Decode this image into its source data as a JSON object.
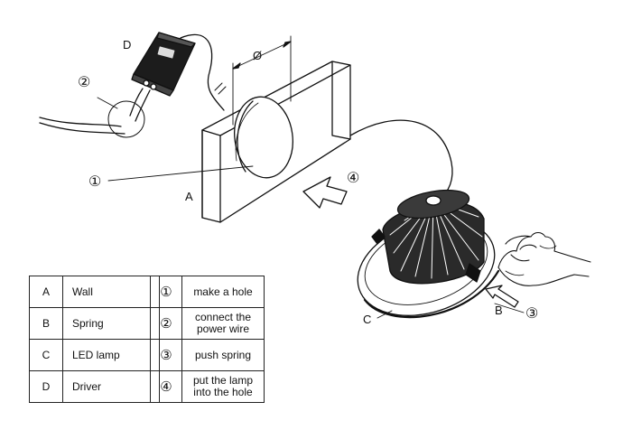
{
  "diagram": {
    "labels": {
      "driver": "D",
      "diameter": "Ø",
      "wall": "A",
      "lamp": "C",
      "spring": "B",
      "step1": "①",
      "step2": "②",
      "step3": "③",
      "step4": "④"
    }
  },
  "legend_parts": [
    {
      "key": "A",
      "text": "Wall"
    },
    {
      "key": "B",
      "text": "Spring"
    },
    {
      "key": "C",
      "text": "LED lamp"
    },
    {
      "key": "D",
      "text": "Driver"
    }
  ],
  "legend_steps": [
    {
      "key": "①",
      "text": "make a hole"
    },
    {
      "key": "②",
      "text": "connect the power wire"
    },
    {
      "key": "③",
      "text": "push spring"
    },
    {
      "key": "④",
      "text": "put the lamp into the hole"
    }
  ]
}
